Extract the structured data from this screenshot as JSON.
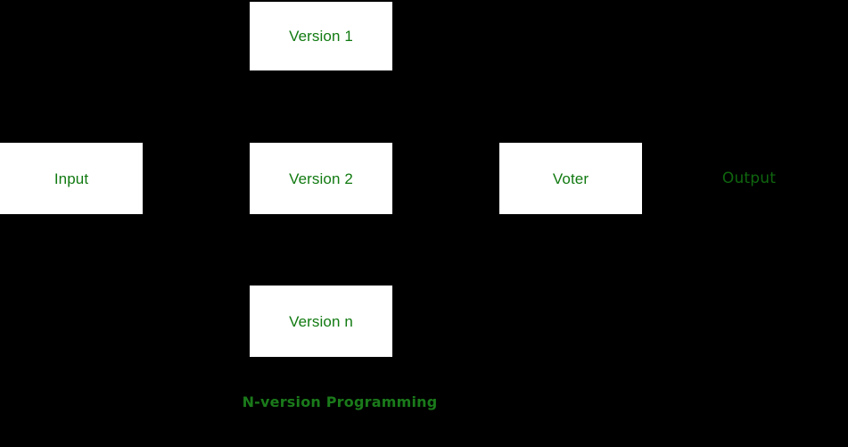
{
  "diagram": {
    "title": "N-version Programming",
    "background_color": "#000000",
    "box_fill_color": "#ffffff",
    "box_text_color": "#117a11",
    "caption_text_color": "#1a7a1a",
    "output_text_color": "#0f660f",
    "nodes": [
      {
        "id": "version-1",
        "label": "Version 1"
      },
      {
        "id": "input",
        "label": "Input"
      },
      {
        "id": "version-2",
        "label": "Version 2"
      },
      {
        "id": "voter",
        "label": "Voter"
      },
      {
        "id": "version-n",
        "label": "Version n"
      },
      {
        "id": "output",
        "label": "Output"
      }
    ],
    "caption": "N-version Programming"
  }
}
